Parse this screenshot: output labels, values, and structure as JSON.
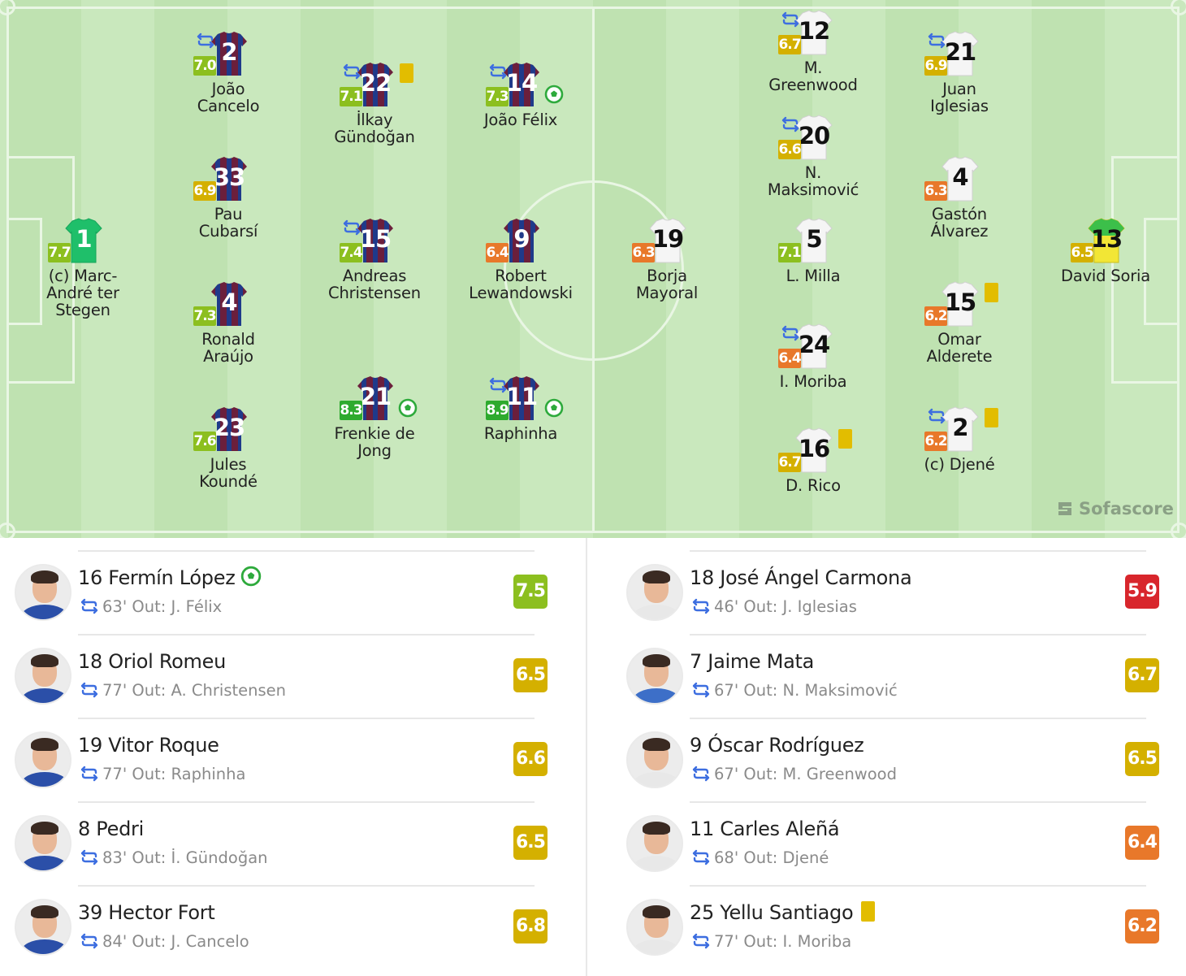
{
  "brand": {
    "label": "Sofascore"
  },
  "colors": {
    "home_shirt": "#6b1f3c",
    "home_shirt_stripe": "#1f3a8a",
    "away_shirt": "#f5f5f5",
    "gk_home": "#1fbf6a",
    "gk_away": "#f2e635",
    "rating_green_dark": "#2eaa2e",
    "rating_green": "#8cbf1f",
    "rating_yellow": "#d4b000",
    "rating_orange": "#e8782a",
    "rating_red": "#d8262c",
    "sub_icon": "#3d6ee0",
    "goal_icon": "#2eaa3c",
    "yellow_card": "#e2bd00"
  },
  "home_lineup": [
    {
      "number": "1",
      "rating": "7.7",
      "name_line1": "(c) Marc-",
      "name_line2": "André ter",
      "name_line3": "Stegen",
      "kit": "gk-home",
      "sub": false,
      "goal": false,
      "card": false
    },
    {
      "number": "2",
      "rating": "7.0",
      "name_line1": "João",
      "name_line2": "Cancelo",
      "kit": "home",
      "sub": true,
      "goal": false,
      "card": false
    },
    {
      "number": "33",
      "rating": "6.9",
      "name_line1": "Pau",
      "name_line2": "Cubarsí",
      "kit": "home",
      "sub": false,
      "goal": false,
      "card": false
    },
    {
      "number": "4",
      "rating": "7.3",
      "name_line1": "Ronald",
      "name_line2": "Araújo",
      "kit": "home",
      "sub": false,
      "goal": false,
      "card": false
    },
    {
      "number": "23",
      "rating": "7.6",
      "name_line1": "Jules",
      "name_line2": "Koundé",
      "kit": "home",
      "sub": false,
      "goal": false,
      "card": false
    },
    {
      "number": "22",
      "rating": "7.1",
      "name_line1": "İlkay",
      "name_line2": "Gündoğan",
      "kit": "home",
      "sub": true,
      "goal": false,
      "card": true
    },
    {
      "number": "15",
      "rating": "7.4",
      "name_line1": "Andreas",
      "name_line2": "Christensen",
      "kit": "home",
      "sub": true,
      "goal": false,
      "card": false
    },
    {
      "number": "21",
      "rating": "8.3",
      "name_line1": "Frenkie de",
      "name_line2": "Jong",
      "kit": "home",
      "sub": false,
      "goal": true,
      "card": false
    },
    {
      "number": "14",
      "rating": "7.3",
      "name_line1": "João Félix",
      "name_line2": "",
      "kit": "home",
      "sub": true,
      "goal": true,
      "card": false
    },
    {
      "number": "9",
      "rating": "6.4",
      "name_line1": "Robert",
      "name_line2": "Lewandowski",
      "kit": "home",
      "sub": false,
      "goal": false,
      "card": false
    },
    {
      "number": "11",
      "rating": "8.9",
      "name_line1": "Raphinha",
      "name_line2": "",
      "kit": "home",
      "sub": true,
      "goal": true,
      "card": false
    }
  ],
  "away_lineup": [
    {
      "number": "19",
      "rating": "6.3",
      "name_line1": "Borja",
      "name_line2": "Mayoral",
      "kit": "away",
      "sub": false,
      "goal": false,
      "card": false
    },
    {
      "number": "12",
      "rating": "6.7",
      "name_line1": "M.",
      "name_line2": "Greenwood",
      "kit": "away",
      "sub": true,
      "goal": false,
      "card": false
    },
    {
      "number": "20",
      "rating": "6.6",
      "name_line1": "N.",
      "name_line2": "Maksimović",
      "kit": "away",
      "sub": true,
      "goal": false,
      "card": false
    },
    {
      "number": "5",
      "rating": "7.1",
      "name_line1": "L. Milla",
      "name_line2": "",
      "kit": "away",
      "sub": false,
      "goal": false,
      "card": false
    },
    {
      "number": "24",
      "rating": "6.4",
      "name_line1": "I. Moriba",
      "name_line2": "",
      "kit": "away",
      "sub": true,
      "goal": false,
      "card": false
    },
    {
      "number": "16",
      "rating": "6.7",
      "name_line1": "D. Rico",
      "name_line2": "",
      "kit": "away",
      "sub": false,
      "goal": false,
      "card": true
    },
    {
      "number": "21",
      "rating": "6.9",
      "name_line1": "Juan",
      "name_line2": "Iglesias",
      "kit": "away",
      "sub": true,
      "goal": false,
      "card": false
    },
    {
      "number": "4",
      "rating": "6.3",
      "name_line1": "Gastón",
      "name_line2": "Álvarez",
      "kit": "away",
      "sub": false,
      "goal": false,
      "card": false
    },
    {
      "number": "15",
      "rating": "6.2",
      "name_line1": "Omar",
      "name_line2": "Alderete",
      "kit": "away",
      "sub": false,
      "goal": false,
      "card": true
    },
    {
      "number": "2",
      "rating": "6.2",
      "name_line1": "(c) Djené",
      "name_line2": "",
      "kit": "away",
      "sub": true,
      "goal": false,
      "card": true
    },
    {
      "number": "13",
      "rating": "6.5",
      "name_line1": "David Soria",
      "name_line2": "",
      "kit": "gk-away",
      "sub": false,
      "goal": false,
      "card": false
    }
  ],
  "home_subs": [
    {
      "title": "16 Fermín López",
      "minute": "63'",
      "out_label": "Out:",
      "out_player": "J. Félix",
      "rating": "7.5",
      "goal": true,
      "card": false,
      "shirt_color": "#2b4fa8"
    },
    {
      "title": "18 Oriol Romeu",
      "minute": "77'",
      "out_label": "Out:",
      "out_player": "A. Christensen",
      "rating": "6.5",
      "goal": false,
      "card": false,
      "shirt_color": "#2b4fa8"
    },
    {
      "title": "19 Vitor Roque",
      "minute": "77'",
      "out_label": "Out:",
      "out_player": "Raphinha",
      "rating": "6.6",
      "goal": false,
      "card": false,
      "shirt_color": "#2b4fa8"
    },
    {
      "title": "8 Pedri",
      "minute": "83'",
      "out_label": "Out:",
      "out_player": "İ. Gündoğan",
      "rating": "6.5",
      "goal": false,
      "card": false,
      "shirt_color": "#2b4fa8"
    },
    {
      "title": "39 Hector Fort",
      "minute": "84'",
      "out_label": "Out:",
      "out_player": "J. Cancelo",
      "rating": "6.8",
      "goal": false,
      "card": false,
      "shirt_color": "#2b4fa8"
    }
  ],
  "away_subs": [
    {
      "title": "18 José Ángel Carmona",
      "minute": "46'",
      "out_label": "Out:",
      "out_player": "J. Iglesias",
      "rating": "5.9",
      "goal": false,
      "card": false,
      "shirt_color": "#e8e8e8"
    },
    {
      "title": "7 Jaime Mata",
      "minute": "67'",
      "out_label": "Out:",
      "out_player": "N. Maksimović",
      "rating": "6.7",
      "goal": false,
      "card": false,
      "shirt_color": "#3d6fc8"
    },
    {
      "title": "9 Óscar Rodríguez",
      "minute": "67'",
      "out_label": "Out:",
      "out_player": "M. Greenwood",
      "rating": "6.5",
      "goal": false,
      "card": false,
      "shirt_color": "#e8e8e8"
    },
    {
      "title": "11 Carles Aleñá",
      "minute": "68'",
      "out_label": "Out:",
      "out_player": "Djené",
      "rating": "6.4",
      "goal": false,
      "card": false,
      "shirt_color": "#e8e8e8"
    },
    {
      "title": "25 Yellu Santiago",
      "minute": "77'",
      "out_label": "Out:",
      "out_player": "I. Moriba",
      "rating": "6.2",
      "goal": false,
      "card": true,
      "shirt_color": "#e8e8e8"
    }
  ]
}
